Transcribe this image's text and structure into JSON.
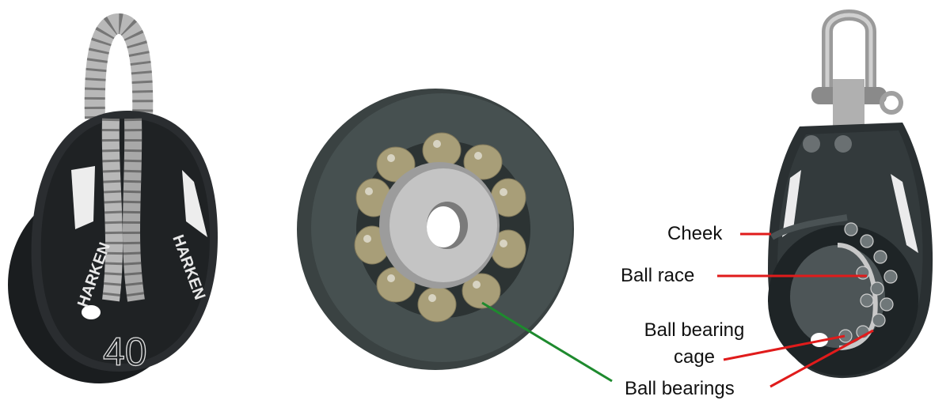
{
  "diagram": {
    "panels": [
      {
        "name": "block-with-rope",
        "brand_text": "HARKEN",
        "size_text": "40"
      },
      {
        "name": "sheave-with-ball-bearings"
      },
      {
        "name": "swivel-block-cutaway"
      }
    ],
    "labels": {
      "cheek": "Cheek",
      "ball_race": "Ball race",
      "cage_line1": "Ball bearing",
      "cage_line2": "cage",
      "ball_bearings": "Ball bearings"
    },
    "colors": {
      "leader_red": "#e01b1b",
      "leader_green": "#1e8a2e",
      "block_body": "#24292b",
      "ball_color": "#a89e78",
      "rope": "#b8b8b8"
    }
  }
}
